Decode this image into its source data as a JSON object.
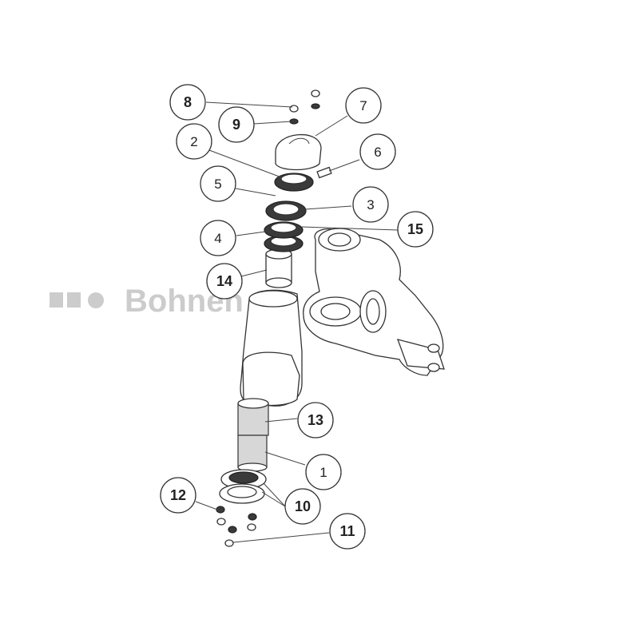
{
  "watermark": {
    "text": "Bohnen"
  },
  "callouts": [
    {
      "id": "8",
      "label": "8",
      "bold": true
    },
    {
      "id": "9",
      "label": "9",
      "bold": true
    },
    {
      "id": "7",
      "label": "7",
      "bold": false
    },
    {
      "id": "2",
      "label": "2",
      "bold": false
    },
    {
      "id": "6",
      "label": "6",
      "bold": false
    },
    {
      "id": "5",
      "label": "5",
      "bold": false
    },
    {
      "id": "3",
      "label": "3",
      "bold": false
    },
    {
      "id": "15",
      "label": "15",
      "bold": true
    },
    {
      "id": "4",
      "label": "4",
      "bold": false
    },
    {
      "id": "14",
      "label": "14",
      "bold": true
    },
    {
      "id": "13",
      "label": "13",
      "bold": true
    },
    {
      "id": "1",
      "label": "1",
      "bold": false
    },
    {
      "id": "12",
      "label": "12",
      "bold": true
    },
    {
      "id": "10",
      "label": "10",
      "bold": true
    },
    {
      "id": "11",
      "label": "11",
      "bold": true
    }
  ]
}
